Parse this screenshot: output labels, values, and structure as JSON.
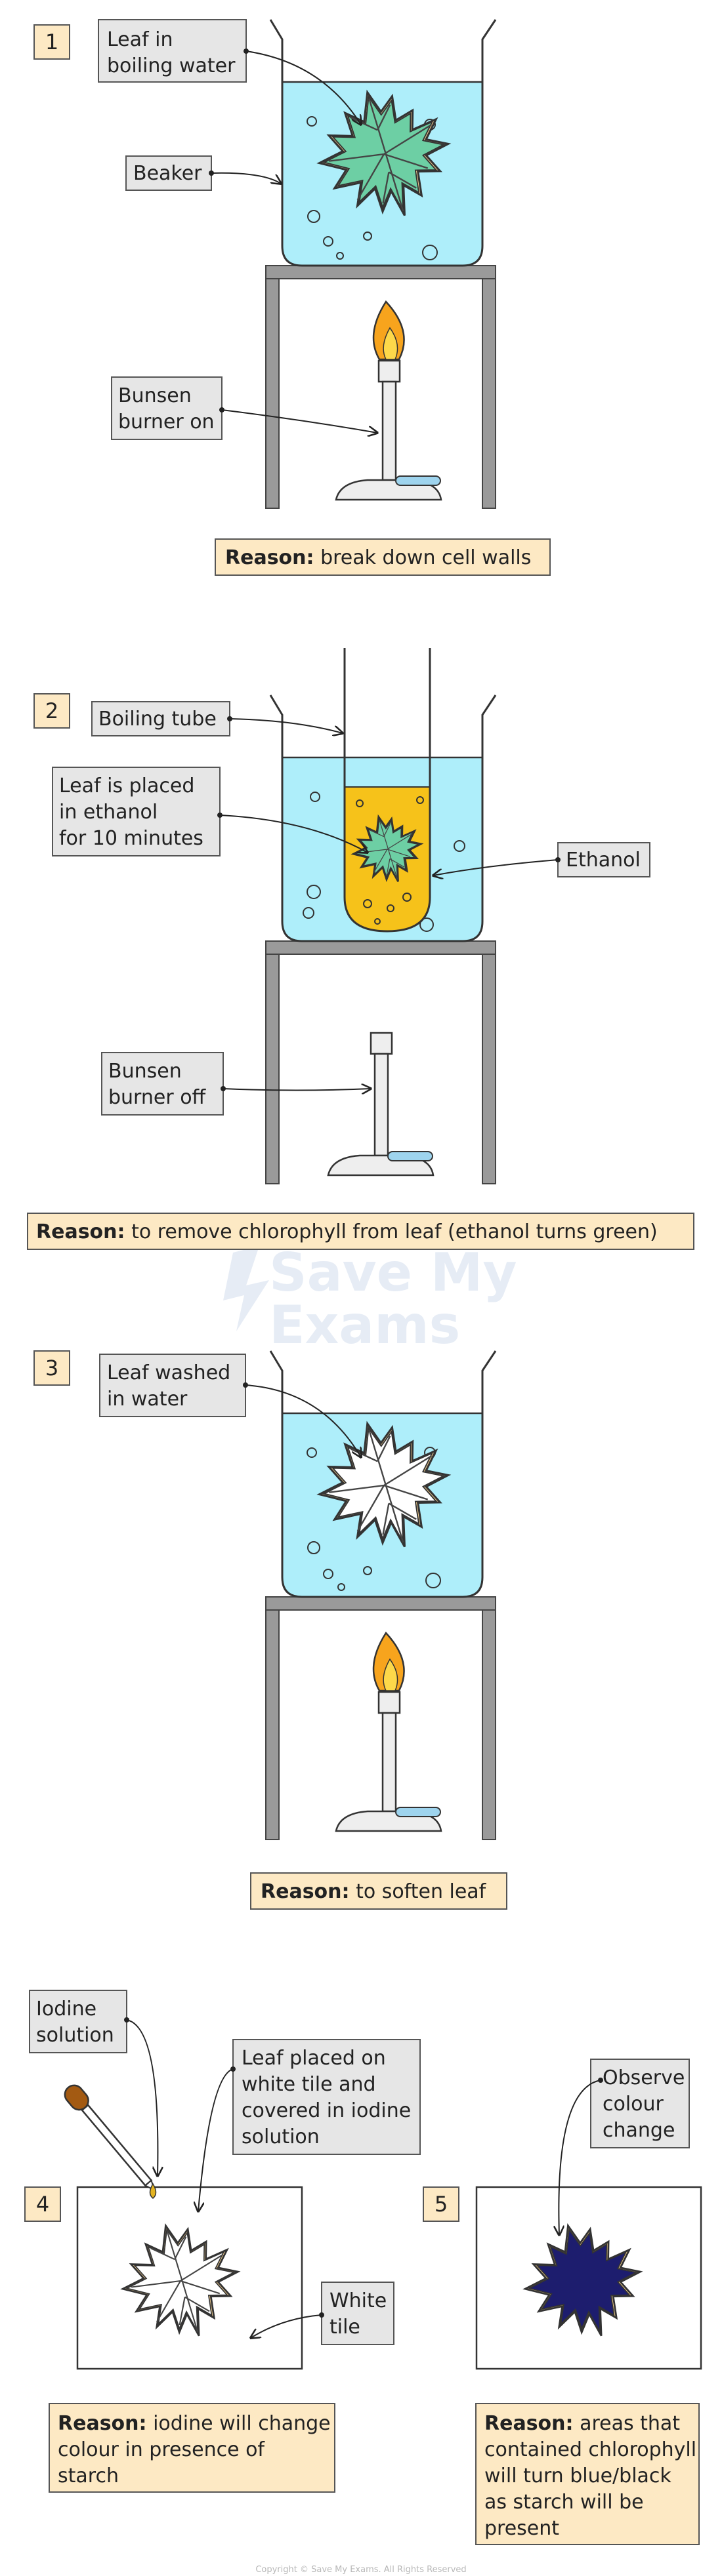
{
  "steps": [
    {
      "number": "1",
      "labels": {
        "leaf": [
          "Leaf in",
          "boiling water"
        ],
        "beaker": [
          "Beaker"
        ],
        "burner": [
          "Bunsen",
          "burner on"
        ]
      },
      "reason_title": "Reason:",
      "reason_text": [
        "break down cell walls"
      ]
    },
    {
      "number": "2",
      "labels": {
        "tube": [
          "Boiling tube"
        ],
        "leaf": [
          "Leaf is placed",
          "in ethanol",
          "for 10 minutes"
        ],
        "ethanol": [
          "Ethanol"
        ],
        "burner": [
          "Bunsen",
          "burner off"
        ]
      },
      "reason_title": "Reason:",
      "reason_text": [
        "to remove chlorophyll from leaf (ethanol turns green)"
      ]
    },
    {
      "number": "3",
      "labels": {
        "leaf": [
          "Leaf washed",
          "in water"
        ]
      },
      "reason_title": "Reason:",
      "reason_text": [
        "to soften leaf"
      ]
    },
    {
      "number": "4",
      "labels": {
        "iodine": [
          "Iodine",
          "solution"
        ],
        "placed": [
          "Leaf placed on",
          "white tile and",
          "covered in iodine",
          "solution"
        ],
        "tile": [
          "White",
          "tile"
        ]
      },
      "reason_title": "Reason:",
      "reason_text": [
        "iodine will change",
        "colour in presence of",
        "starch"
      ]
    },
    {
      "number": "5",
      "labels": {
        "observe": [
          "Observe",
          "colour",
          "change"
        ]
      },
      "reason_title": "Reason:",
      "reason_text": [
        "areas that",
        "contained chlorophyll",
        "will turn blue/black",
        "as starch will be",
        "present"
      ]
    }
  ],
  "watermark": [
    "Save My",
    "Exams"
  ],
  "copyright": "Copyright © Save My Exams. All Rights Reserved",
  "colors": {
    "water": "#aeeefa",
    "ethanol": "#f6c21a",
    "leaf_green": "#6dcfa4",
    "leaf_white": "#ffffff",
    "leaf_edge": "#f3cf8f",
    "leaf_blue": "#1d1d6e",
    "label_box": "#e6e6e6",
    "reason_box": "#fde9c4",
    "number_box": "#fde9c4",
    "flame_outer": "#f7a41d",
    "flame_inner": "#fdd84a",
    "tube_blue": "#9ed4ee",
    "tripod": "#9a9a9a",
    "dropper_bulb": "#a35a12",
    "iodine_drop": "#e3b321"
  }
}
